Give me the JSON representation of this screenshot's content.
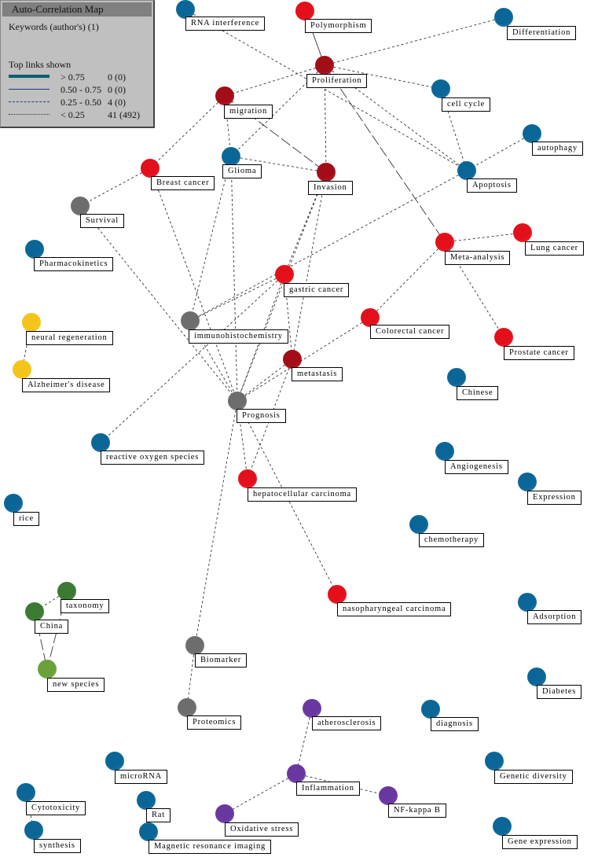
{
  "legend": {
    "title": "Auto-Correlation Map",
    "subtitle": "Keywords (author's) (1)",
    "links_heading": "Top links shown",
    "rows": [
      {
        "range": "> 0.75",
        "count": "0 (0)",
        "style": "thick"
      },
      {
        "range": "0.50 - 0.75",
        "count": "0 (0)",
        "style": "solid"
      },
      {
        "range": "0.25 - 0.50",
        "count": "4 (0)",
        "style": "longdash"
      },
      {
        "range": "< 0.25",
        "count": "41 (492)",
        "style": "dash"
      }
    ]
  },
  "colors": {
    "blue": "#0b6698",
    "red": "#e3101b",
    "darkred": "#a30d17",
    "gray": "#6d6d6d",
    "yellow": "#f4c41a",
    "darkgreen": "#3c7a34",
    "green": "#6aa13a",
    "purple": "#6838a0"
  },
  "nodes": [
    {
      "label": "RNA interference",
      "color": "blue"
    },
    {
      "label": "Polymorphism",
      "color": "red"
    },
    {
      "label": "Differentiation",
      "color": "blue"
    },
    {
      "label": "Proliferation",
      "color": "darkred"
    },
    {
      "label": "migration",
      "color": "darkred"
    },
    {
      "label": "cell cycle",
      "color": "blue"
    },
    {
      "label": "autophagy",
      "color": "blue"
    },
    {
      "label": "Glioma",
      "color": "blue"
    },
    {
      "label": "Breast cancer",
      "color": "red"
    },
    {
      "label": "Invasion",
      "color": "darkred"
    },
    {
      "label": "Apoptosis",
      "color": "blue"
    },
    {
      "label": "Survival",
      "color": "gray"
    },
    {
      "label": "Lung cancer",
      "color": "red"
    },
    {
      "label": "Meta-analysis",
      "color": "red"
    },
    {
      "label": "Pharmacokinetics",
      "color": "blue"
    },
    {
      "label": "gastric cancer",
      "color": "red"
    },
    {
      "label": "neural regeneration",
      "color": "yellow"
    },
    {
      "label": "immunohistochemistry",
      "color": "gray"
    },
    {
      "label": "Colorectal cancer",
      "color": "red"
    },
    {
      "label": "Prostate cancer",
      "color": "red"
    },
    {
      "label": "metastasis",
      "color": "darkred"
    },
    {
      "label": "Alzheimer's disease",
      "color": "yellow"
    },
    {
      "label": "Chinese",
      "color": "blue"
    },
    {
      "label": "Prognosis",
      "color": "gray"
    },
    {
      "label": "reactive oxygen species",
      "color": "blue"
    },
    {
      "label": "Angiogenesis",
      "color": "blue"
    },
    {
      "label": "Expression",
      "color": "blue"
    },
    {
      "label": "hepatocellular carcinoma",
      "color": "red"
    },
    {
      "label": "rice",
      "color": "blue"
    },
    {
      "label": "chemotherapy",
      "color": "blue"
    },
    {
      "label": "taxonomy",
      "color": "darkgreen"
    },
    {
      "label": "China",
      "color": "darkgreen"
    },
    {
      "label": "nasopharyngeal carcinoma",
      "color": "red"
    },
    {
      "label": "Adsorption",
      "color": "blue"
    },
    {
      "label": "Biomarker",
      "color": "gray"
    },
    {
      "label": "new species",
      "color": "green"
    },
    {
      "label": "Diabetes",
      "color": "blue"
    },
    {
      "label": "Proteomics",
      "color": "gray"
    },
    {
      "label": "atherosclerosis",
      "color": "purple"
    },
    {
      "label": "diagnosis",
      "color": "blue"
    },
    {
      "label": "microRNA",
      "color": "blue"
    },
    {
      "label": "Genetic diversity",
      "color": "blue"
    },
    {
      "label": "Inflammation",
      "color": "purple"
    },
    {
      "label": "NF-kappa B",
      "color": "purple"
    },
    {
      "label": "Cytotoxicity",
      "color": "blue"
    },
    {
      "label": "Rat",
      "color": "blue"
    },
    {
      "label": "Oxidative stress",
      "color": "purple"
    },
    {
      "label": "synthesis",
      "color": "blue"
    },
    {
      "label": "Magnetic resonance imaging",
      "color": "blue"
    },
    {
      "label": "Gene expression",
      "color": "blue"
    }
  ],
  "edges": [
    [
      "RNA interference",
      "Apoptosis",
      "dash"
    ],
    [
      "Polymorphism",
      "Proliferation",
      "solid"
    ],
    [
      "Differentiation",
      "Proliferation",
      "dash"
    ],
    [
      "Proliferation",
      "migration",
      "dash"
    ],
    [
      "Proliferation",
      "cell cycle",
      "dash"
    ],
    [
      "Proliferation",
      "Apoptosis",
      "dash"
    ],
    [
      "Proliferation",
      "Glioma",
      "dash"
    ],
    [
      "Proliferation",
      "Invasion",
      "dash"
    ],
    [
      "Proliferation",
      "Meta-analysis",
      "longdash"
    ],
    [
      "cell cycle",
      "Apoptosis",
      "dash"
    ],
    [
      "autophagy",
      "Apoptosis",
      "dash"
    ],
    [
      "migration",
      "Breast cancer",
      "dash"
    ],
    [
      "migration",
      "Glioma",
      "dash"
    ],
    [
      "migration",
      "Invasion",
      "longdash"
    ],
    [
      "Glioma",
      "Invasion",
      "dash"
    ],
    [
      "Glioma",
      "Prognosis",
      "dash"
    ],
    [
      "Glioma",
      "immunohistochemistry",
      "dash"
    ],
    [
      "Breast cancer",
      "Survival",
      "dash"
    ],
    [
      "Breast cancer",
      "Prognosis",
      "dash"
    ],
    [
      "Invasion",
      "gastric cancer",
      "dash"
    ],
    [
      "Invasion",
      "metastasis",
      "dash"
    ],
    [
      "Invasion",
      "Prognosis",
      "dash"
    ],
    [
      "Apoptosis",
      "immunohistochemistry",
      "dash"
    ],
    [
      "Meta-analysis",
      "Lung cancer",
      "dash"
    ],
    [
      "Meta-analysis",
      "Prostate cancer",
      "dash"
    ],
    [
      "Meta-analysis",
      "Colorectal cancer",
      "dash"
    ],
    [
      "Survival",
      "Prognosis",
      "dash"
    ],
    [
      "neural regeneration",
      "Alzheimer's disease",
      "dash"
    ],
    [
      "gastric cancer",
      "immunohistochemistry",
      "dash"
    ],
    [
      "gastric cancer",
      "metastasis",
      "dash"
    ],
    [
      "gastric cancer",
      "Prognosis",
      "dash"
    ],
    [
      "gastric cancer",
      "reactive oxygen species",
      "dash"
    ],
    [
      "immunohistochemistry",
      "Prognosis",
      "dash"
    ],
    [
      "Colorectal cancer",
      "Prognosis",
      "dash"
    ],
    [
      "metastasis",
      "Prognosis",
      "dash"
    ],
    [
      "metastasis",
      "hepatocellular carcinoma",
      "dash"
    ],
    [
      "Prognosis",
      "hepatocellular carcinoma",
      "dash"
    ],
    [
      "Prognosis",
      "nasopharyngeal carcinoma",
      "dash"
    ],
    [
      "Prognosis",
      "Biomarker",
      "dash"
    ],
    [
      "Biomarker",
      "Proteomics",
      "dash"
    ],
    [
      "taxonomy",
      "China",
      "dash"
    ],
    [
      "China",
      "new species",
      "longdash"
    ],
    [
      "taxonomy",
      "new species",
      "longdash"
    ],
    [
      "atherosclerosis",
      "Inflammation",
      "dash"
    ],
    [
      "Inflammation",
      "NF-kappa B",
      "dash"
    ],
    [
      "Inflammation",
      "Oxidative stress",
      "dash"
    ],
    [
      "Cytotoxicity",
      "synthesis",
      "dash"
    ]
  ]
}
